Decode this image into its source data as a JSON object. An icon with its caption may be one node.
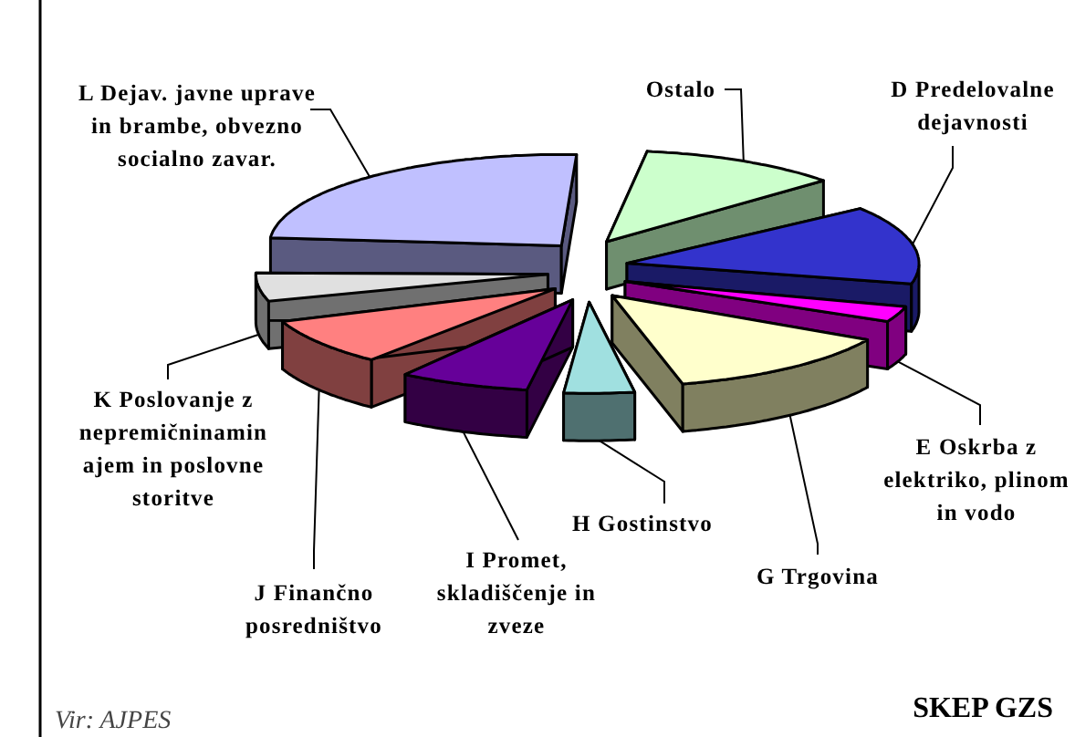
{
  "diagram": {
    "nodes": [
      {
        "text": [
          "L Dejav. javne uprave in brambe, obvezno socialno zavar."
        ]
      },
      {
        "text": [
          "Ostalo"
        ]
      },
      {
        "text": [
          "D Predelovalne dejavnosti"
        ]
      },
      {
        "text": [
          "K Poslovanje z nepremičninamin ajem in poslovne storitve"
        ]
      },
      {
        "text": [
          "E Oskrba z elektriko, plinom in vodo"
        ]
      },
      {
        "text": [
          "H Gostinstvo"
        ]
      },
      {
        "text": [
          "I Promet, skladiščenje in zveze"
        ]
      },
      {
        "text": [
          "G Trgovina"
        ]
      },
      {
        "text": [
          "J Finančno posredništvo"
        ]
      },
      {
        "text": [],
        "shape": "wedge"
      },
      {
        "text": [],
        "shape": "wedge"
      },
      {
        "text": [],
        "shape": "wedge"
      },
      {
        "text": [],
        "shape": "wedge"
      },
      {
        "text": [],
        "shape": "wedge"
      },
      {
        "text": [],
        "shape": "wedge"
      },
      {
        "text": [],
        "shape": "wedge"
      },
      {
        "text": [],
        "shape": "wedge"
      },
      {
        "text": [],
        "shape": "wedge"
      }
    ],
    "edges": [
      {
        "from": 0,
        "to": 9,
        "arrow": "none"
      },
      {
        "from": 1,
        "to": 10,
        "arrow": "none"
      },
      {
        "from": 2,
        "to": 11,
        "arrow": "none"
      },
      {
        "from": 3,
        "to": 12,
        "arrow": "none"
      },
      {
        "from": 4,
        "to": 13,
        "arrow": "none"
      },
      {
        "from": 5,
        "to": 14,
        "arrow": "none"
      },
      {
        "from": 6,
        "to": 15,
        "arrow": "none"
      },
      {
        "from": 7,
        "to": 16,
        "arrow": "none"
      },
      {
        "from": 8,
        "to": 17,
        "arrow": "none"
      }
    ],
    "labels": [
      "Vir: AJPES",
      "SKEP GZS"
    ]
  }
}
